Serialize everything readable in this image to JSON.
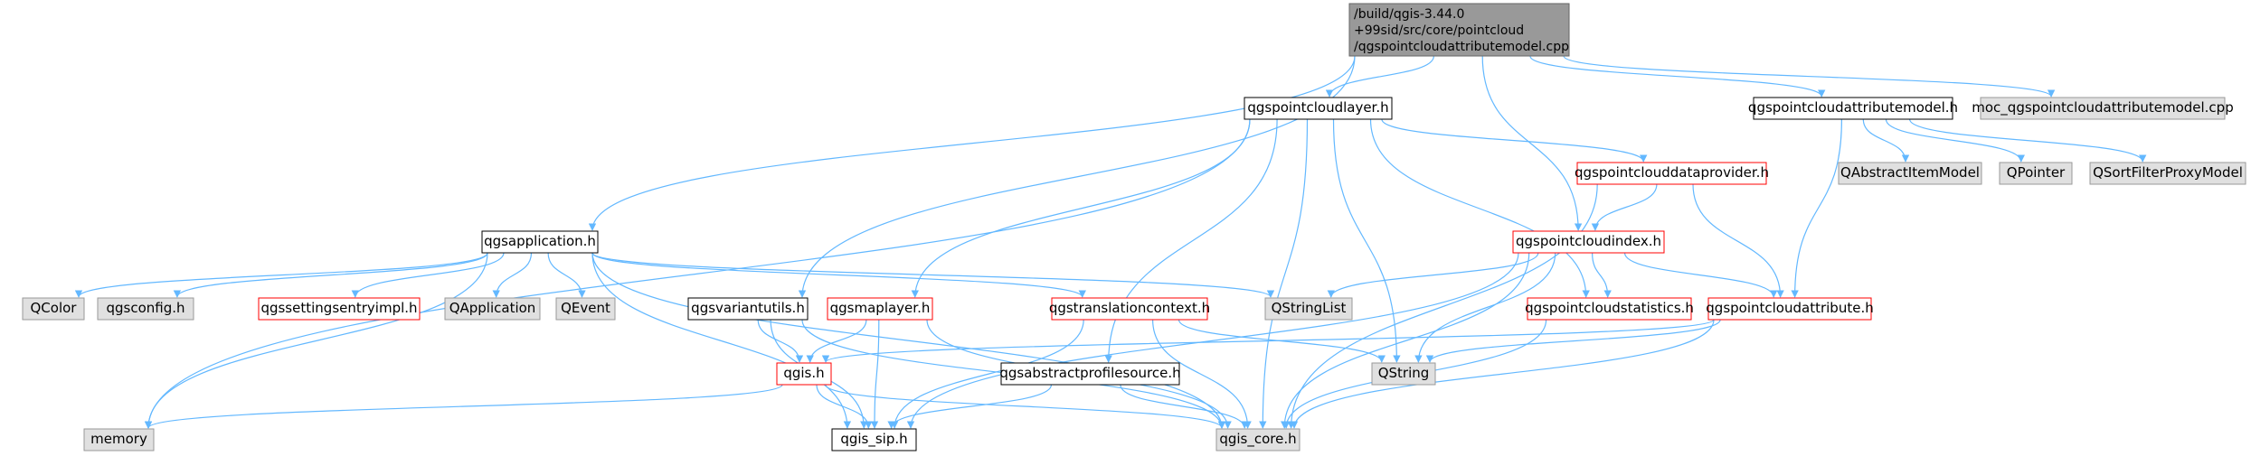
{
  "colors": {
    "edge": "#63b8ff",
    "root_fill": "#999999",
    "root_border": "#666666",
    "plain_fill": "#ffffff",
    "plain_border": "#000000",
    "external_fill": "#e0e0e0",
    "external_border": "#999999",
    "truncated_fill": "#ffffff",
    "truncated_border": "#ff0000"
  },
  "nodes": [
    {
      "id": "root",
      "kind": "root",
      "lines": [
        "/build/qgis-3.44.0",
        "+99sid/src/core/pointcloud",
        "/qgspointcloudattributemodel.cpp"
      ]
    },
    {
      "id": "qgspointcloudlayer",
      "kind": "plain",
      "lines": [
        "qgspointcloudlayer.h"
      ]
    },
    {
      "id": "qgspointcloudattributemodel",
      "kind": "plain",
      "lines": [
        "qgspointcloudattributemodel.h"
      ]
    },
    {
      "id": "moc",
      "kind": "external",
      "lines": [
        "moc_qgspointcloudattributemodel.cpp"
      ]
    },
    {
      "id": "qgspointclouddataprovider",
      "kind": "truncated",
      "lines": [
        "qgspointclouddataprovider.h"
      ]
    },
    {
      "id": "qabstractitemmodel",
      "kind": "external",
      "lines": [
        "QAbstractItemModel"
      ]
    },
    {
      "id": "qpointer",
      "kind": "external",
      "lines": [
        "QPointer"
      ]
    },
    {
      "id": "qsortfilterproxymodel",
      "kind": "external",
      "lines": [
        "QSortFilterProxyModel"
      ]
    },
    {
      "id": "qgsapplication",
      "kind": "plain",
      "lines": [
        "qgsapplication.h"
      ]
    },
    {
      "id": "qgspointcloudindex",
      "kind": "truncated",
      "lines": [
        "qgspointcloudindex.h"
      ]
    },
    {
      "id": "qcolor",
      "kind": "external",
      "lines": [
        "QColor"
      ]
    },
    {
      "id": "qgsconfig",
      "kind": "external",
      "lines": [
        "qgsconfig.h"
      ]
    },
    {
      "id": "qgssettingsentryimpl",
      "kind": "truncated",
      "lines": [
        "qgssettingsentryimpl.h"
      ]
    },
    {
      "id": "qapplication",
      "kind": "external",
      "lines": [
        "QApplication"
      ]
    },
    {
      "id": "qevent",
      "kind": "external",
      "lines": [
        "QEvent"
      ]
    },
    {
      "id": "qgsvariantutils",
      "kind": "plain",
      "lines": [
        "qgsvariantutils.h"
      ]
    },
    {
      "id": "qgsmaplayer",
      "kind": "truncated",
      "lines": [
        "qgsmaplayer.h"
      ]
    },
    {
      "id": "qgstranslationcontext",
      "kind": "truncated",
      "lines": [
        "qgstranslationcontext.h"
      ]
    },
    {
      "id": "qstringlist",
      "kind": "external",
      "lines": [
        "QStringList"
      ]
    },
    {
      "id": "qgspointcloudstatistics",
      "kind": "truncated",
      "lines": [
        "qgspointcloudstatistics.h"
      ]
    },
    {
      "id": "qgspointcloudattribute",
      "kind": "truncated",
      "lines": [
        "qgspointcloudattribute.h"
      ]
    },
    {
      "id": "qgis",
      "kind": "truncated",
      "lines": [
        "qgis.h"
      ]
    },
    {
      "id": "qgsabstractprofilesource",
      "kind": "plain",
      "lines": [
        "qgsabstractprofilesource.h"
      ]
    },
    {
      "id": "qstring",
      "kind": "external",
      "lines": [
        "QString"
      ]
    },
    {
      "id": "memory",
      "kind": "external",
      "lines": [
        "memory"
      ]
    },
    {
      "id": "qgis_sip",
      "kind": "plain",
      "lines": [
        "qgis_sip.h"
      ]
    },
    {
      "id": "qgis_core",
      "kind": "external",
      "lines": [
        "qgis_core.h"
      ]
    }
  ],
  "edges": [
    {
      "from": "root",
      "to": "qgsapplication"
    },
    {
      "from": "root",
      "to": "qgsvariantutils"
    },
    {
      "from": "root",
      "to": "qgspointcloudlayer"
    },
    {
      "from": "root",
      "to": "qgspointcloudindex"
    },
    {
      "from": "root",
      "to": "qgspointcloudattributemodel"
    },
    {
      "from": "root",
      "to": "moc"
    },
    {
      "from": "qgspointcloudlayer",
      "to": "memory"
    },
    {
      "from": "qgspointcloudlayer",
      "to": "qgsmaplayer"
    },
    {
      "from": "qgspointcloudlayer",
      "to": "qgsabstractprofilesource"
    },
    {
      "from": "qgspointcloudlayer",
      "to": "qgis_core"
    },
    {
      "from": "qgspointcloudlayer",
      "to": "qstring"
    },
    {
      "from": "qgspointcloudlayer",
      "to": "qgspointcloudstatistics"
    },
    {
      "from": "qgspointcloudlayer",
      "to": "qgspointclouddataprovider"
    },
    {
      "from": "qgspointcloudattributemodel",
      "to": "qgspointcloudattribute"
    },
    {
      "from": "qgspointcloudattributemodel",
      "to": "qabstractitemmodel"
    },
    {
      "from": "qgspointcloudattributemodel",
      "to": "qpointer"
    },
    {
      "from": "qgspointcloudattributemodel",
      "to": "qsortfilterproxymodel"
    },
    {
      "from": "qgspointclouddataprovider",
      "to": "qgspointcloudindex"
    },
    {
      "from": "qgspointclouddataprovider",
      "to": "qgspointcloudattribute"
    },
    {
      "from": "qgspointclouddataprovider",
      "to": "qgis_core"
    },
    {
      "from": "qgspointcloudindex",
      "to": "qstringlist"
    },
    {
      "from": "qgspointcloudindex",
      "to": "qstring"
    },
    {
      "from": "qgspointcloudindex",
      "to": "qgis_sip"
    },
    {
      "from": "qgspointcloudindex",
      "to": "qgspointcloudstatistics"
    },
    {
      "from": "qgspointcloudindex",
      "to": "qgspointcloudattribute"
    },
    {
      "from": "qgspointcloudindex",
      "to": "qgis_core"
    },
    {
      "from": "qgsapplication",
      "to": "qcolor"
    },
    {
      "from": "qgsapplication",
      "to": "qgsconfig"
    },
    {
      "from": "qgsapplication",
      "to": "qgssettingsentryimpl"
    },
    {
      "from": "qgsapplication",
      "to": "qapplication"
    },
    {
      "from": "qgsapplication",
      "to": "qevent"
    },
    {
      "from": "qgsapplication",
      "to": "memory"
    },
    {
      "from": "qgsapplication",
      "to": "qgis_sip"
    },
    {
      "from": "qgsapplication",
      "to": "qgis_core"
    },
    {
      "from": "qgsapplication",
      "to": "qstringlist"
    },
    {
      "from": "qgsapplication",
      "to": "qgstranslationcontext"
    },
    {
      "from": "qgsvariantutils",
      "to": "qgis"
    },
    {
      "from": "qgsvariantutils",
      "to": "qgis_sip"
    },
    {
      "from": "qgsvariantutils",
      "to": "qgis_core"
    },
    {
      "from": "qgsmaplayer",
      "to": "qgis"
    },
    {
      "from": "qgsmaplayer",
      "to": "qgis_sip"
    },
    {
      "from": "qgsmaplayer",
      "to": "qgis_core"
    },
    {
      "from": "qgstranslationcontext",
      "to": "qgis_sip"
    },
    {
      "from": "qgstranslationcontext",
      "to": "qgis_core"
    },
    {
      "from": "qgstranslationcontext",
      "to": "qstring"
    },
    {
      "from": "qgspointcloudstatistics",
      "to": "qgis_core"
    },
    {
      "from": "qgspointcloudattribute",
      "to": "qgis"
    },
    {
      "from": "qgspointcloudattribute",
      "to": "qstring"
    },
    {
      "from": "qgspointcloudattribute",
      "to": "qgis_core"
    },
    {
      "from": "qgis",
      "to": "memory"
    },
    {
      "from": "qgis",
      "to": "qgis_sip"
    },
    {
      "from": "qgis",
      "to": "qgis_core"
    },
    {
      "from": "qgsabstractprofilesource",
      "to": "qgis_sip"
    },
    {
      "from": "qgsabstractprofilesource",
      "to": "qgis_core"
    }
  ]
}
